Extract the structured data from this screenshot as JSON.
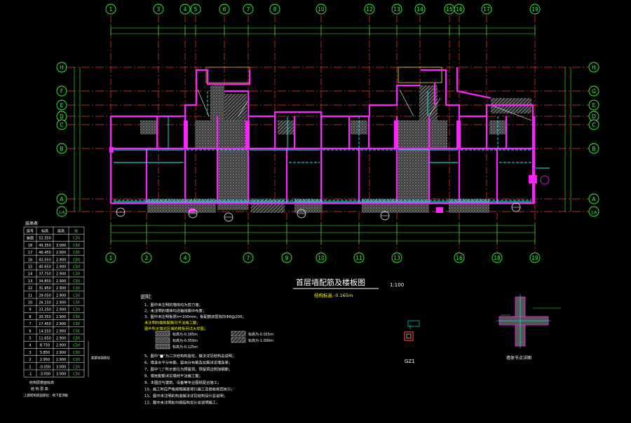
{
  "colors": {
    "background": "#000000",
    "axis": "#ff3333",
    "bubble": "#33ff33",
    "wall": "#ff22ff",
    "beam": "#00ffff",
    "hatch": "#9a9a9a",
    "dim": "#33ff33",
    "text": "#ffffff",
    "yellow": "#ffff00",
    "orange": "#ffaa33"
  },
  "grid": {
    "top_labels": [
      "1",
      "3",
      "4",
      "5",
      "6",
      "7",
      "8",
      "10",
      "12",
      "13",
      "14",
      "15",
      "16",
      "17",
      "19"
    ],
    "bottom_labels": [
      "1",
      "2",
      "4",
      "7",
      "9",
      "10",
      "11",
      "13",
      "16",
      "18",
      "19"
    ],
    "left_labels": [
      "H",
      "F",
      "E",
      "D",
      "C",
      "B",
      "A",
      "1/A"
    ],
    "right_labels": [
      "H",
      "G",
      "E",
      "D",
      "C",
      "B",
      "A",
      "1/A"
    ]
  },
  "drawing": {
    "title": "首层墙配筋及楼板图",
    "scale": "1:100",
    "elevation_note": "结构标高 -0.165m"
  },
  "floor_table": {
    "title": "层高表",
    "header": [
      "层号",
      "标高",
      "层高",
      "砼"
    ],
    "rows": [
      [
        "屋面",
        "52.350",
        "",
        "C30"
      ],
      [
        "18",
        "49.350",
        "3.000",
        "C30"
      ],
      [
        "17",
        "46.450",
        "2.900",
        "C30"
      ],
      [
        "16",
        "43.550",
        "2.900",
        "C30"
      ],
      [
        "15",
        "40.650",
        "2.900",
        "C30"
      ],
      [
        "14",
        "37.750",
        "2.900",
        "C30"
      ],
      [
        "13",
        "34.850",
        "2.900",
        "C30"
      ],
      [
        "12",
        "31.950",
        "2.900",
        "C30"
      ],
      [
        "11",
        "29.050",
        "2.900",
        "C30"
      ],
      [
        "10",
        "26.150",
        "2.900",
        "C30"
      ],
      [
        "9",
        "23.250",
        "2.900",
        "C30"
      ],
      [
        "8",
        "20.350",
        "2.900",
        "C30"
      ],
      [
        "7",
        "17.450",
        "2.900",
        "C30"
      ],
      [
        "6",
        "14.550",
        "2.900",
        "C30"
      ],
      [
        "5",
        "11.650",
        "2.900",
        "C30"
      ],
      [
        "4",
        "8.750",
        "2.900",
        "C30"
      ],
      [
        "3",
        "5.850",
        "2.900",
        "C30"
      ],
      [
        "2",
        "2.950",
        "2.900",
        "C30"
      ],
      [
        "1",
        "-0.050",
        "3.000",
        "C30"
      ],
      [
        "-1",
        "-3.050",
        "3.000",
        "C30"
      ]
    ],
    "side_note": "底部加强部位",
    "footer_1": "结构层楼面标高",
    "footer_2": "结 构 层 高",
    "footer_3": "上部结构嵌固部位：地下室顶板"
  },
  "notes": {
    "heading": "说明：",
    "lines": [
      "1、图中未注明的墙体均为剪力墙；",
      "2、未注明的墙体均沿轴线居中布置；",
      "3、图中未注明板厚h=100mm，板配筋双层双向Φ8@200；",
      "   未注明的楼板配筋见平法施工图；",
      "   图中所示填充区域的楼板另详大样图；"
    ],
    "legend_items": [
      "标高为-0.165m",
      "标高为-0.015m",
      "标高为-0.050m",
      "标高为-1.000m",
      "标高为-0.125m"
    ],
    "more_lines": [
      "5、图中“■”为二次结构构造柱，做法详见结构总说明；",
      "6、墙身水平分布筋、竖向分布筋及拉筋详见墙身表；",
      "7、图中“□”所示部位为预留洞，预留洞边附加钢筋；",
      "8、墙柱配筋详见墙柱平法施工图；",
      "9、本图应与建筑、设备等专业图纸配合施工；",
      "10、施工时应严格按照国家现行施工及验收规范执行；",
      "11、图中未注明的构造做法详见结构设计总说明；",
      "12、图中未注明处均按结构设计总说明施工。"
    ]
  },
  "details": {
    "gz_label": "GZ1",
    "wall_detail_label": "墙体节点详图"
  }
}
